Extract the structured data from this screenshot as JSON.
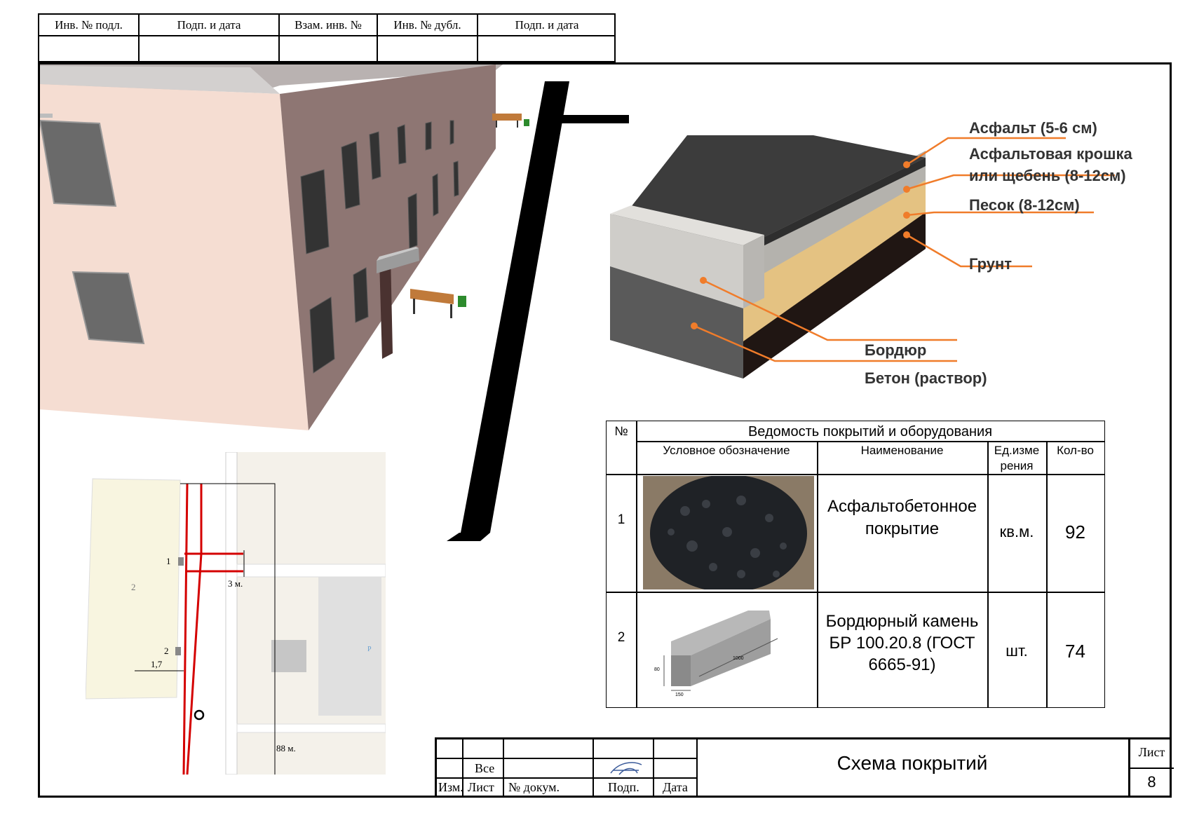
{
  "stamp_top": {
    "cols": [
      "Инв. № подл.",
      "Подп. и дата",
      "Взам. инв. №",
      "Инв. № дубл.",
      "Подп. и дата"
    ]
  },
  "layers": {
    "asphalt": "Асфальт (5-6 см)",
    "crumb_line1": "Асфальтовая крошка",
    "crumb_line2": "или щебень (8-12см)",
    "sand": "Песок (8-12см)",
    "soil": "Грунт",
    "curb": "Бордюр",
    "concrete": "Бетон (раствор)",
    "label_color": "#333333",
    "leader_color": "#f07c2a"
  },
  "plan": {
    "marker1": "1",
    "marker2": "2",
    "building_num": "2",
    "dim1": "3 м.",
    "dim2": "1,7",
    "dim3": "88 м.",
    "parking": "P"
  },
  "table": {
    "title": "Ведомость покрытий и оборудования",
    "h_num": "№",
    "h_symbol": "Условное обозначение",
    "h_name": "Наименование",
    "h_unit_1": "Ед.изме",
    "h_unit_2": "рения",
    "h_qty": "Кол-во",
    "rows": [
      {
        "num": "1",
        "name_1": "Асфальтобетонное",
        "name_2": "покрытие",
        "name_3": "",
        "unit": "кв.м.",
        "qty": "92"
      },
      {
        "num": "2",
        "name_1": "Бордюрный камень",
        "name_2": "БР 100.20.8  (ГОСТ",
        "name_3": "6665-91)",
        "unit": "шт.",
        "qty": "74"
      }
    ],
    "curb_dims": {
      "len": "1000",
      "h": "80",
      "w": "150"
    }
  },
  "stamp_bottom": {
    "izm": "Изм.",
    "list": "Лист",
    "doc": "№ докум.",
    "sign": "Подп.",
    "date": "Дата",
    "vse": "Все",
    "title": "Схема покрытий",
    "sheet_label": "Лист",
    "sheet_num": "8"
  }
}
